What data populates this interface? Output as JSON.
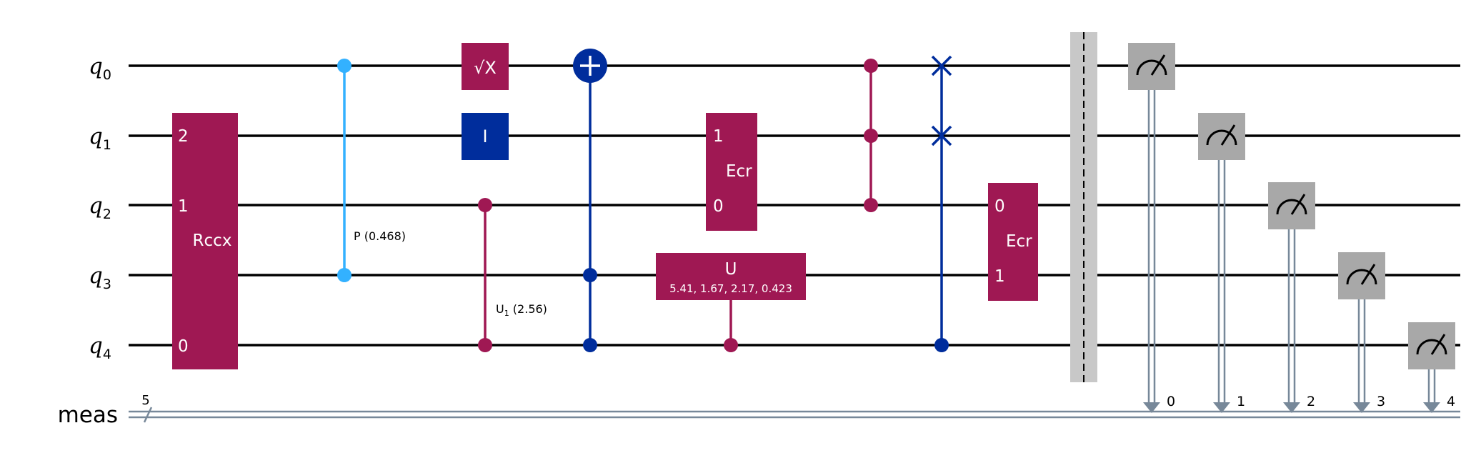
{
  "colors": {
    "wire": "#000000",
    "classical": "#778899",
    "crimson": "#9f1853",
    "navy": "#002d9c",
    "lightblue": "#33b1ff",
    "measure": "#a8a8a8",
    "barrier": "#c8c8c8",
    "white": "#ffffff"
  },
  "registers": {
    "qubit_symbol": "q",
    "qubits": [
      "0",
      "1",
      "2",
      "3",
      "4"
    ],
    "classical_label": "meas",
    "classical_width": "5",
    "cbit_indices": [
      "0",
      "1",
      "2",
      "3",
      "4"
    ]
  },
  "gates": {
    "rccx": {
      "label": "Rccx",
      "qubit_labels": [
        "2",
        "1",
        "0"
      ]
    },
    "cp": {
      "label": "P (0.468)"
    },
    "sx": {
      "label": "√X"
    },
    "id": {
      "label": "I"
    },
    "cu1": {
      "label_main": "U",
      "label_sub": "1",
      "label_param": " (2.56)"
    },
    "ecr_a": {
      "label": "Ecr",
      "top": "1",
      "bottom": "0"
    },
    "cu": {
      "label": "U",
      "params": "5.41, 1.67, 2.17, 0.423"
    },
    "ecr_b": {
      "label": "Ecr",
      "top": "0",
      "bottom": "1"
    }
  }
}
